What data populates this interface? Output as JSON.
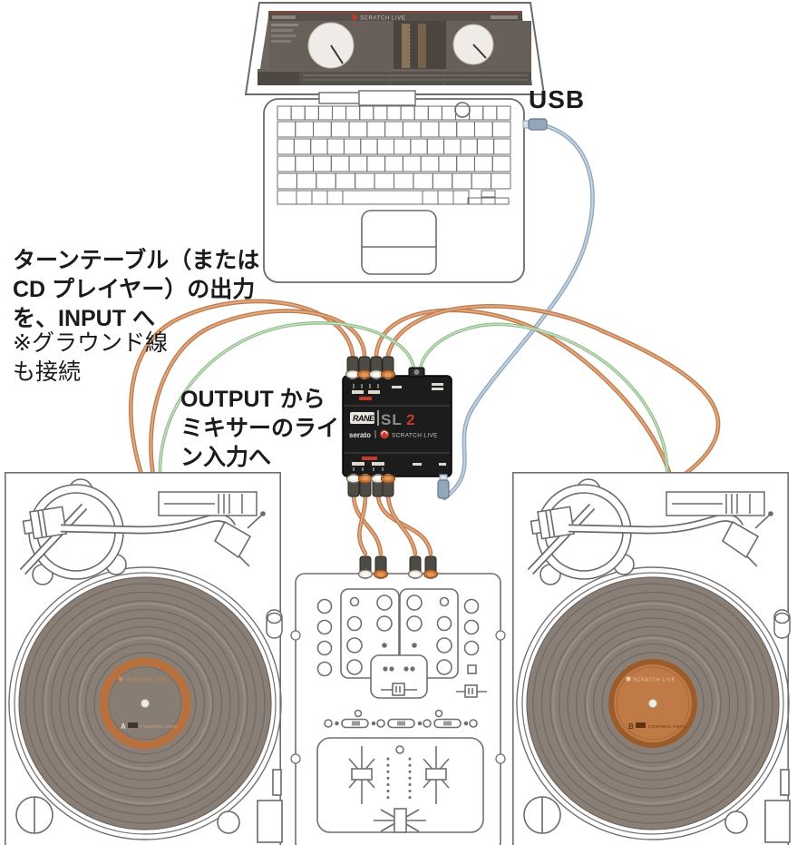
{
  "annotations": {
    "usb": "USB",
    "input_note_line1": "ターンテーブル（または",
    "input_note_line2": "CD プレイヤー）の出力",
    "input_note_line3": "を、INPUT へ",
    "ground_note_line1": "※グラウンド線",
    "ground_note_line2": "も接続",
    "output_note_line1": "OUTPUT から",
    "output_note_line2": "ミキサーのライ",
    "output_note_line3": "ン入力へ"
  },
  "sl2": {
    "brand": "RANE",
    "model_letters": "SL",
    "model_number": "2",
    "software_brand": "serato",
    "software_name": "SCRATCH LIVE"
  },
  "laptop_screen": {
    "app_title": "SCRATCH LIVE"
  },
  "records": {
    "left_side": "A",
    "right_side": "B",
    "brand": "SCRATCH LIVE",
    "type": "CONTROL VINYL"
  },
  "colors": {
    "cable_orange": "#cf8d60",
    "cable_green": "#a9cda3",
    "cable_blue": "#a9bfd3",
    "interface_black": "#1c1c1c",
    "interface_red": "#c23b2e",
    "record_label_orange": "#bf7a45",
    "line_art_gray": "#6b6b6b"
  }
}
